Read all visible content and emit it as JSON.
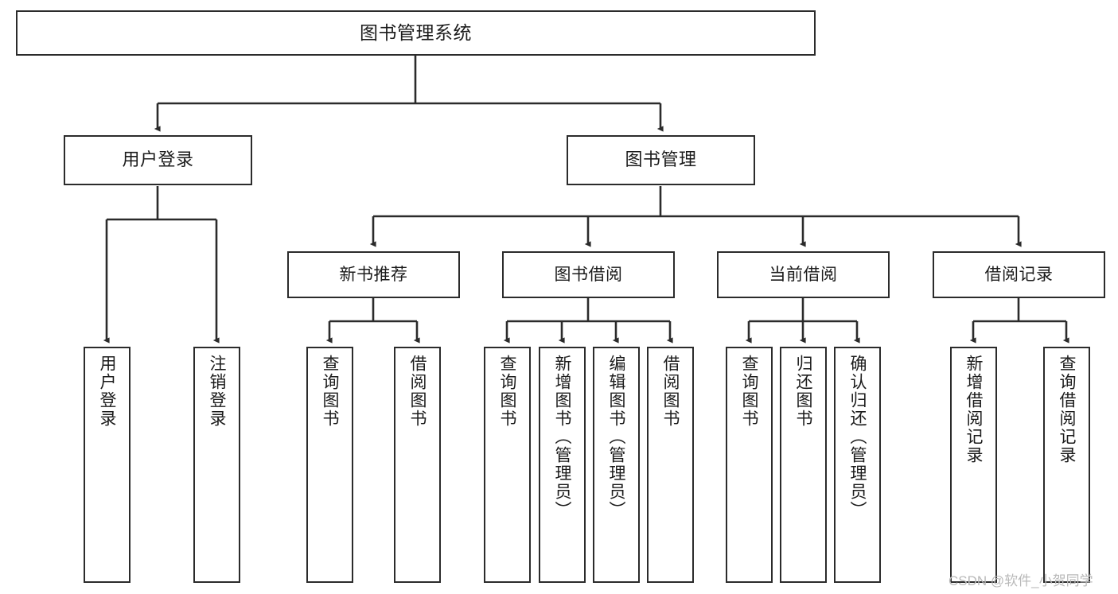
{
  "diagram": {
    "type": "tree-hierarchy",
    "title": "图书管理系统",
    "watermark": "CSDN @软件_小贺同学",
    "colors": {
      "box_border": "#2b2b2b",
      "box_fill": "#ffffff",
      "connector": "#2b2b2b",
      "text": "#1b1b1b",
      "watermark": "#b9b9b9",
      "background": "#ffffff"
    },
    "nodes": {
      "root": {
        "label": "图书管理系统"
      },
      "level2": [
        {
          "id": "user-login",
          "label": "用户登录"
        },
        {
          "id": "book-management",
          "label": "图书管理"
        }
      ],
      "level3": [
        {
          "id": "new-book-recommend",
          "label": "新书推荐"
        },
        {
          "id": "book-borrow",
          "label": "图书借阅"
        },
        {
          "id": "current-borrow",
          "label": "当前借阅"
        },
        {
          "id": "borrow-record",
          "label": "借阅记录"
        }
      ],
      "leaves": {
        "user-login": [
          {
            "id": "login",
            "label": "用户登录"
          },
          {
            "id": "logout",
            "label": "注销登录"
          }
        ],
        "new-book-recommend": [
          {
            "id": "query-book-1",
            "label": "查询图书"
          },
          {
            "id": "borrow-book-1",
            "label": "借阅图书"
          }
        ],
        "book-borrow": [
          {
            "id": "query-book-2",
            "label": "查询图书"
          },
          {
            "id": "add-book",
            "label": "新增图书（管理员）"
          },
          {
            "id": "edit-book",
            "label": "编辑图书（管理员）"
          },
          {
            "id": "borrow-book-2",
            "label": "借阅图书"
          }
        ],
        "current-borrow": [
          {
            "id": "query-book-3",
            "label": "查询图书"
          },
          {
            "id": "return-book",
            "label": "归还图书"
          },
          {
            "id": "confirm-return",
            "label": "确认归还（管理员）"
          }
        ],
        "borrow-record": [
          {
            "id": "add-borrow-record",
            "label": "新增借阅记录"
          },
          {
            "id": "query-borrow-record",
            "label": "查询借阅记录"
          }
        ]
      }
    }
  }
}
